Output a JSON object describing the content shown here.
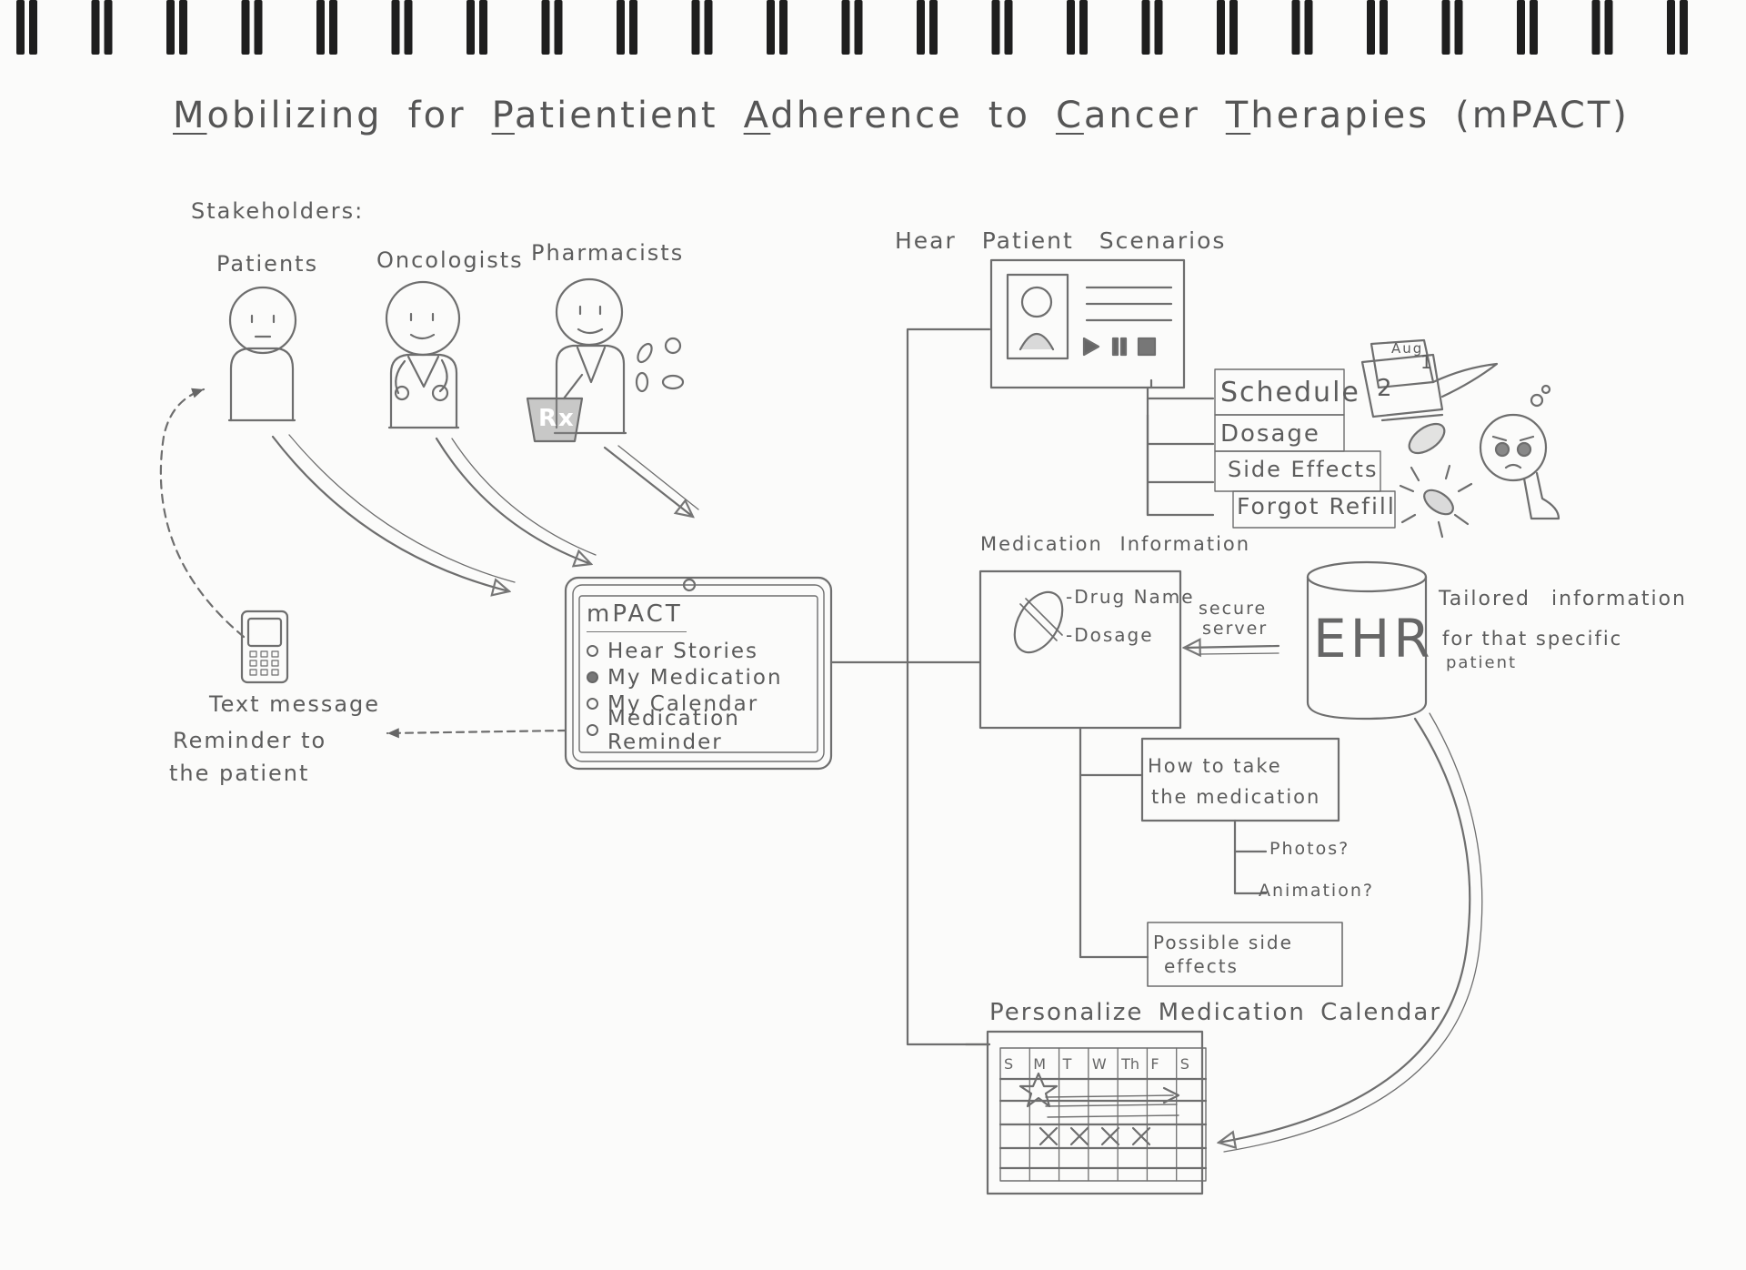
{
  "title": {
    "parts": [
      {
        "cap": "M",
        "rest": "obilizing"
      },
      {
        "cap": "",
        "rest": "for"
      },
      {
        "cap": "P",
        "rest": "atientient"
      },
      {
        "cap": "A",
        "rest": "dherence"
      },
      {
        "cap": "",
        "rest": "to"
      },
      {
        "cap": "C",
        "rest": "ancer"
      },
      {
        "cap": "T",
        "rest": "herapies"
      },
      {
        "cap": "",
        "rest": "(mPACT)"
      }
    ]
  },
  "stakeholders": {
    "heading": "Stakeholders:",
    "patients": "Patients",
    "oncologists": "Oncologists",
    "pharmacists": "Pharmacists",
    "rx": "Rx"
  },
  "app": {
    "name": "mPACT",
    "menu": [
      {
        "label": "Hear Stories",
        "selected": false
      },
      {
        "label": "My Medication",
        "selected": true
      },
      {
        "label": "My Calendar",
        "selected": false
      },
      {
        "label": "Medication Reminder",
        "selected": false
      }
    ]
  },
  "reminder": {
    "line1": "Text message",
    "line2": "Reminder to",
    "line3": "the patient"
  },
  "scenarios": {
    "heading": "Hear Patient Scenarios",
    "items": [
      "Schedule",
      "Dosage",
      "Side Effects",
      "Forgot Refill"
    ],
    "calendar_month": "Aug",
    "calendar_day": "1",
    "calendar_day2": "2"
  },
  "medication": {
    "heading": "Medication Information",
    "drug_name": "-Drug Name",
    "dosage": "-Dosage",
    "secure_line1": "secure",
    "secure_line2": "server",
    "how_to_line1": "How to take",
    "how_to_line2": "the medication",
    "photos": "Photos?",
    "animation": "Animation?",
    "side_line1": "Possible side",
    "side_line2": "effects"
  },
  "ehr": {
    "label": "EHR",
    "note_line1": "Tailored information",
    "note_line2": "for that specific",
    "note_line3": "patient"
  },
  "calendar": {
    "heading": "Personalize Medication Calendar",
    "days": [
      "S",
      "M",
      "T",
      "W",
      "Th",
      "F",
      "S"
    ]
  },
  "colors": {
    "pencil": "#6b6b6b",
    "paper": "#fbfbfa",
    "binding": "#1e1e1e"
  }
}
